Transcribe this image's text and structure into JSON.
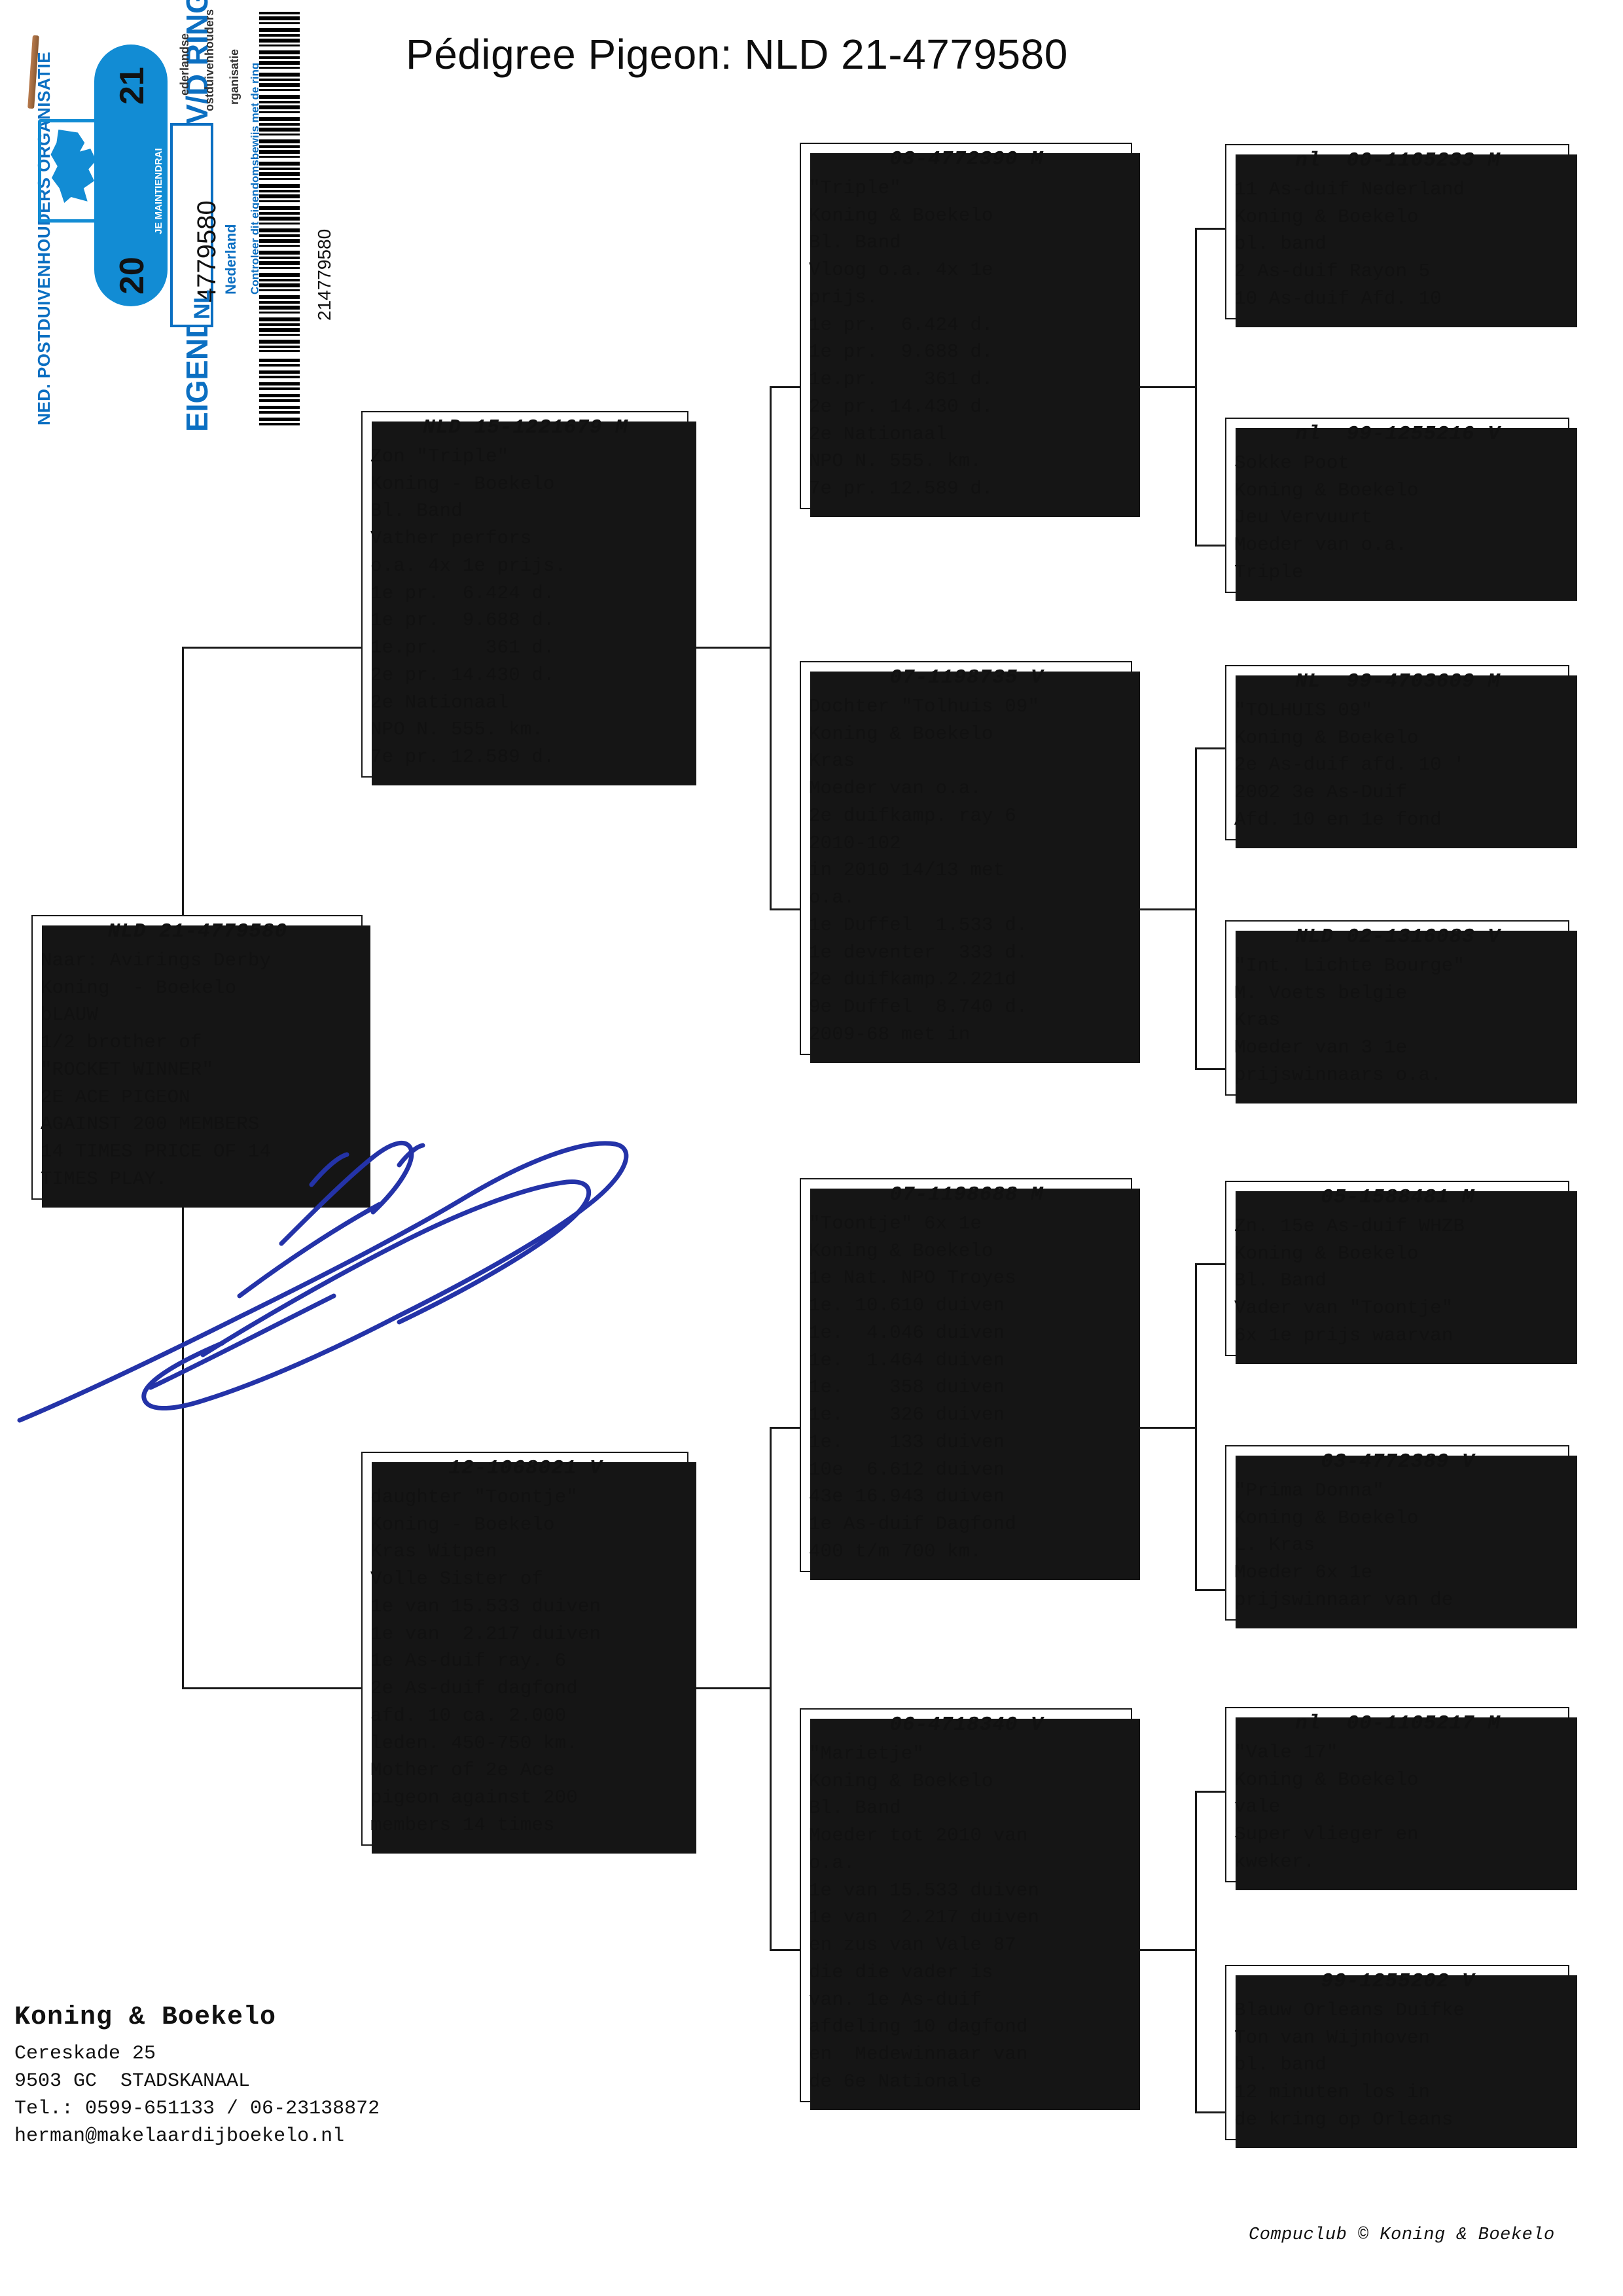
{
  "title": "Pédigree Pigeon: NLD 21-4779580",
  "certificate": {
    "organisation": "NED. POSTDUIVENHOUDERS ORGANISATIE",
    "document_type": "EIGENDOMSBEWIJS V/D RING",
    "year_top": "21",
    "year_bottom": "20",
    "motto": "JE MAINTIENDRAI",
    "npo_n": "N",
    "npo_n_word": "ederlandse",
    "npo_p": "P",
    "npo_p_word": "ostduivenhouders",
    "npo_o": "O",
    "npo_o_word": "rganisatie",
    "ring_number": "4779580",
    "country_code": "NL",
    "country_name": "Nederland",
    "barcode_number": "214779580",
    "check_note": "Controleer dit eigendomsbewijs met de ring"
  },
  "boxes": {
    "main": {
      "ring": "NLD 21-4779580",
      "lines": [
        "Naar: Avirings Derby",
        "Koning  - Boekelo",
        "bLAUW",
        "1/2 brother of",
        "\"ROCKET WINNER\"",
        "2E ACE PIGEON",
        "AGAINST 200 MEMBERS",
        "14 TIMES PRICE OF 14",
        "TIMES PLAY."
      ]
    },
    "sire": {
      "ring": "NLD 15-1221679 M",
      "lines": [
        "Zon \"Triple\"",
        "Koning - Boekelo",
        "Bl. Band",
        "Vather perfors",
        "o.a. 4x 1e prijs.",
        "1e pr.  6.424 d.",
        "1e pr.  9.688 d.",
        "1e.pr.    361 d.",
        "2e pr. 14.430 d.",
        "2e Nationaal",
        "NPO N. 555. km.",
        "7e pr. 12.589 d."
      ]
    },
    "dam": {
      "ring": "12-1068021 V",
      "lines": [
        "daughter \"Toontje\"",
        "Koning - Boekelo",
        "Kras Witpen",
        "Volle Sister of",
        "1e van 15.533 duiven",
        "1e van  2.217 duiven",
        "1e As-duif ray. 6",
        "2e As-duif dagfond",
        "afd. 10 ca. 2.000",
        "leden. 450-750 km.",
        "Mother of 2e Ace",
        "pigeon against 200",
        "members 14 times"
      ]
    },
    "gp1": {
      "ring": "03-4772390 M",
      "lines": [
        "\"Triple\"",
        "Koning & Boekelo",
        "Bl. Band",
        "Vloog o.a. 4x 1e",
        "prijs.",
        "1e pr.  6.424 d.",
        "1e pr.  9.688 d.",
        "1e.pr.    361 d.",
        "2e pr. 14.430 d.",
        "2e Nationaal",
        "NPO N. 555. km.",
        "7e pr. 12.589 d."
      ]
    },
    "gp2": {
      "ring": "07-1198735 V",
      "lines": [
        "Dochter \"Tolhuis 09\"",
        "Koning & Boekelo",
        "Kras",
        "Moeder van o.a.",
        "2e duifkamp. ray 6",
        "2010-102",
        "in 2010 14/13 met",
        "o.a.",
        "1e Duffel  1.533 d.",
        "1e deventer  333 d.",
        "2e duifkamp.2.221d",
        "9e Duffel  8.740 d.",
        "2009-68 met in"
      ]
    },
    "gp3": {
      "ring": "07-1198688 M",
      "lines": [
        "\"Toontje\" 6x 1e",
        "Koning & Boekelo",
        "1e Nat. NPO Troyes",
        "1e. 10.610 duiven",
        "1e.  4.046 duiven",
        "1e.  1.464 duiven",
        "1e.    358 duiven",
        "1e.    326 duiven",
        "1e.    133 duiven",
        "10e  6.612 duiven",
        "43e 16.943 duiven",
        "1e As-duif Dagfond",
        "400 t/m 700 km."
      ]
    },
    "gp4": {
      "ring": "06-4718340 V",
      "lines": [
        "\"Marietje\"",
        "Koning & Boekelo",
        "Bl. Band",
        "Moeder tot 2010 van",
        "o.a.",
        "1e van 15.533 duiven",
        "1e van  2.217 duiven",
        "en zus van Vale 87",
        "die die vader is",
        "van. 1e As-duif",
        "afdeling 10 dagfond",
        "en  Medewinnaar van",
        "de 6e Nationale"
      ]
    },
    "ggp1": {
      "ring": "nl  00-1105233 M",
      "lines": [
        "11 As-duif Nederland",
        "Koning & Boekelo",
        "bl. band",
        "2 As-duif Rayon 5",
        "10 As-duif Afd. 10"
      ]
    },
    "ggp2": {
      "ring": "nl  99-1255216 V",
      "lines": [
        "Sokke Poot",
        "Koning & Boekelo",
        "Jeu Vervuurt",
        "Moeder van o.a.",
        "Triple"
      ]
    },
    "ggp3": {
      "ring": "NL  99-4703609 M",
      "lines": [
        "\"TOLHUIS 09\"",
        "Koning & Boekelo",
        "2e As-duif afd. 10 '",
        "2002 3e As-Duif",
        "Afd. 10 en 1e fond"
      ]
    },
    "ggp4": {
      "ring": "NLD 02-1316083 V",
      "lines": [
        "\"Int. Lichte Bourge\"",
        "M. Voets belgie",
        "Kras",
        "Moeder van 3 1e",
        "prijswinnaars o.a."
      ]
    },
    "ggp5": {
      "ring": "05-1588481 M",
      "lines": [
        "Zn. 15e As-duif WHZB",
        "Koning & Boekelo",
        "Bl. Band",
        "Vader van \"Toontje\"",
        "6x 1e prijs waarvan"
      ]
    },
    "ggp6": {
      "ring": "03-4772389 V",
      "lines": [
        "\"Prima Donna\"",
        "Koning & Boekelo",
        "L. Kras",
        "Moeder 6x 1e",
        "prijswinnaar van de"
      ]
    },
    "ggp7": {
      "ring": "nl  00-1105217 M",
      "lines": [
        "\"Vale 17\"",
        "Koning & Boekelo",
        "vale",
        "Super vlieger en",
        "kweker."
      ]
    },
    "ggp8": {
      "ring": "99-1255202 V",
      "lines": [
        "Blauw Orleans Duifke",
        "Ton van Wijnhoven",
        "bl. band",
        "12 minuten los in",
        "de kring op Orleans"
      ]
    }
  },
  "footer": {
    "name": "Koning & Boekelo",
    "address_1": "Cereskade 25",
    "address_2": "9503 GC  STADSKANAAL",
    "phone": "Tel.: 0599-651133 / 06-23138872",
    "email": "herman@makelaardijboekelo.nl"
  },
  "copyright": "Compuclub © Koning & Boekelo",
  "colors": {
    "brand_blue": "#128cd4",
    "ink": "#1a1a1a",
    "signature_blue": "#2433a8"
  }
}
